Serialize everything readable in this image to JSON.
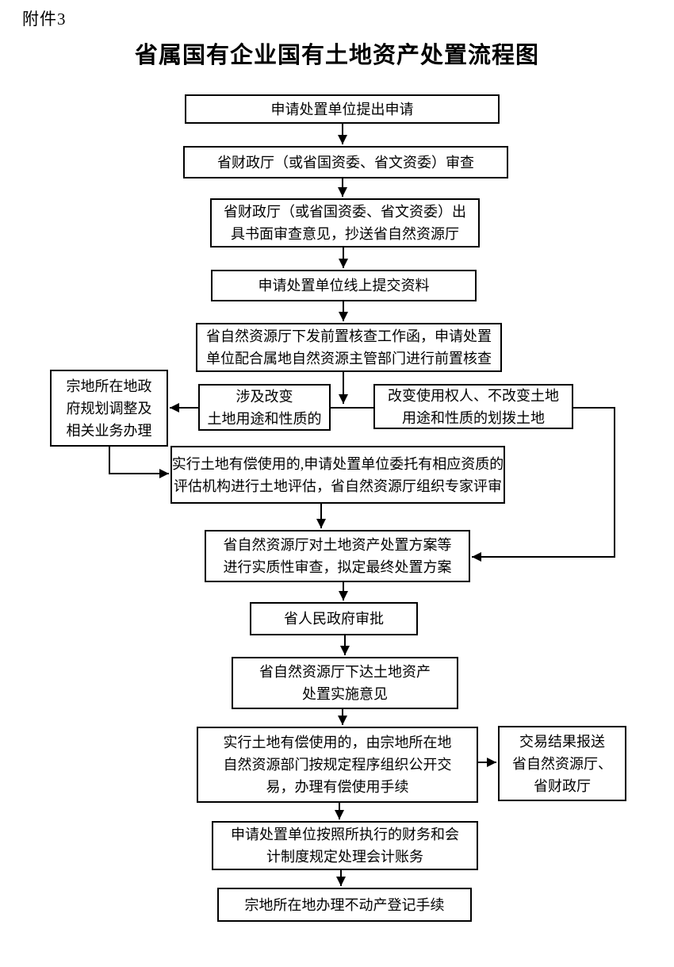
{
  "page": {
    "attachment_label": "附件3",
    "title": "省属国有企业国有土地资产处置流程图"
  },
  "colors": {
    "line": "#000000",
    "text": "#000000",
    "background": "#ffffff"
  },
  "flowchart": {
    "nodes": {
      "submit_application": {
        "lines": [
          "申请处置单位提出申请"
        ]
      },
      "finance_review": {
        "lines": [
          "省财政厅（或省国资委、省文资委）审查"
        ]
      },
      "written_opinion": {
        "lines": [
          "省财政厅（或省国资委、省文资委）出",
          "具书面审查意见，抄送省自然资源厅"
        ]
      },
      "online_submission": {
        "lines": [
          "申请处置单位线上提交资料"
        ]
      },
      "pre_check": {
        "lines": [
          "省自然资源厅下发前置核查工作函，申请处置",
          "单位配合属地自然资源主管部门进行前置核查"
        ]
      },
      "planning_adjustment": {
        "lines": [
          "宗地所在地政",
          "府规划调整及",
          "相关业务办理"
        ]
      },
      "change_of_use": {
        "lines": [
          "涉及改变",
          "土地用途和性质的"
        ]
      },
      "no_change_allocation": {
        "lines": [
          "改变使用权人、不改变土地",
          "用途和性质的划拨土地"
        ]
      },
      "land_valuation": {
        "lines": [
          "实行土地有偿使用的,申请处置单位委托有相应资质的",
          "评估机构进行土地评估，省自然资源厅组织专家评审"
        ]
      },
      "substantive_review": {
        "lines": [
          "省自然资源厅对土地资产处置方案等",
          "进行实质性审查，拟定最终处置方案"
        ]
      },
      "gov_approval": {
        "lines": [
          "省人民政府审批"
        ]
      },
      "implementation_opinion": {
        "lines": [
          "省自然资源厅下达土地资产",
          "处置实施意见"
        ]
      },
      "public_transaction": {
        "lines": [
          "实行土地有偿使用的，由宗地所在地",
          "自然资源部门按规定程序组织公开交",
          "易，办理有偿使用手续"
        ]
      },
      "result_report": {
        "lines": [
          "交易结果报送",
          "省自然资源厅、",
          "省财政厅"
        ]
      },
      "accounting": {
        "lines": [
          "申请处置单位按照所执行的财务和会",
          "计制度规定处理会计账务"
        ]
      },
      "registration": {
        "lines": [
          "宗地所在地办理不动产登记手续"
        ]
      }
    }
  }
}
